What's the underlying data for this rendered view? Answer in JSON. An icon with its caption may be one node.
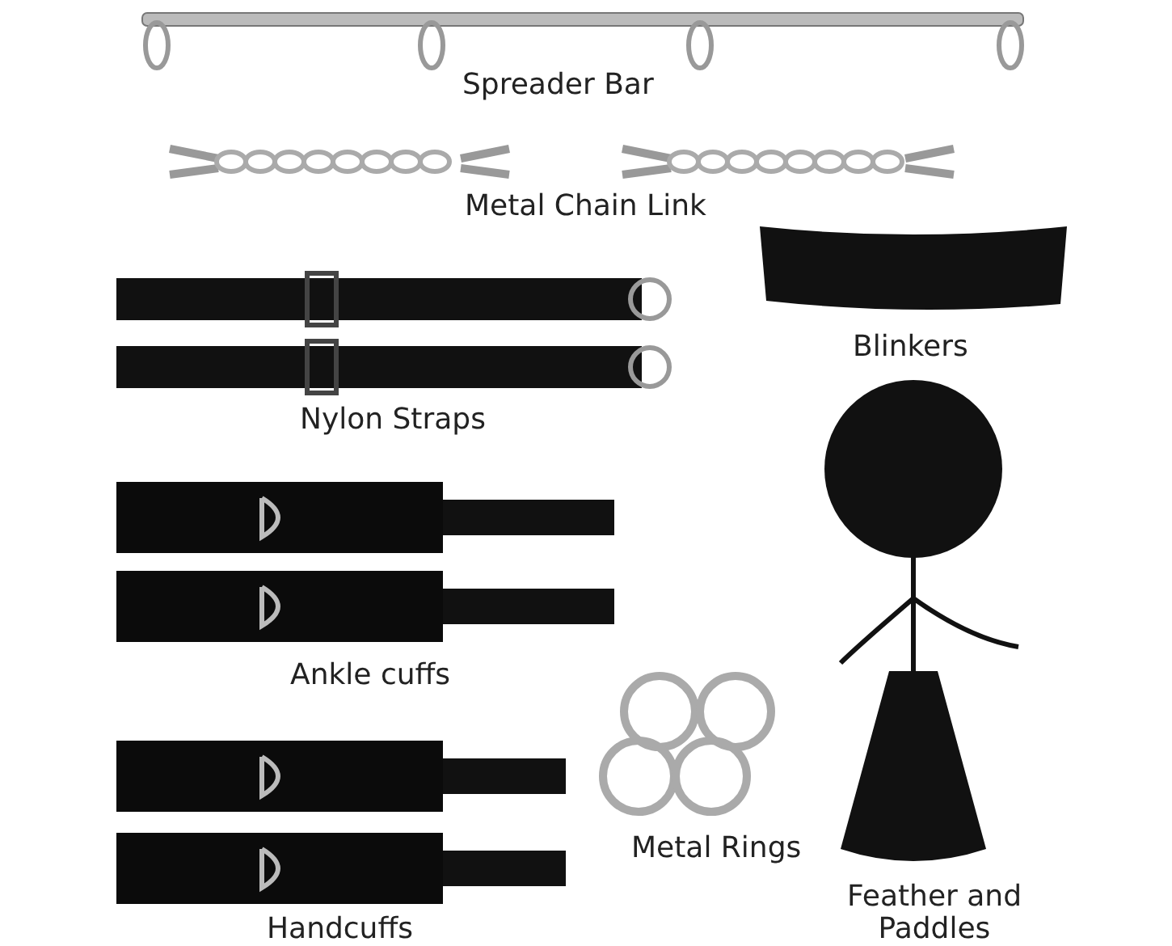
{
  "diagram": {
    "labels": [
      "Spreader Bar",
      "Metal Chain Link",
      "Blinkers",
      "Nylon Straps",
      "Ankle cuffs",
      "Metal Rings",
      "Handcuffs",
      "Feather and Paddles"
    ]
  }
}
